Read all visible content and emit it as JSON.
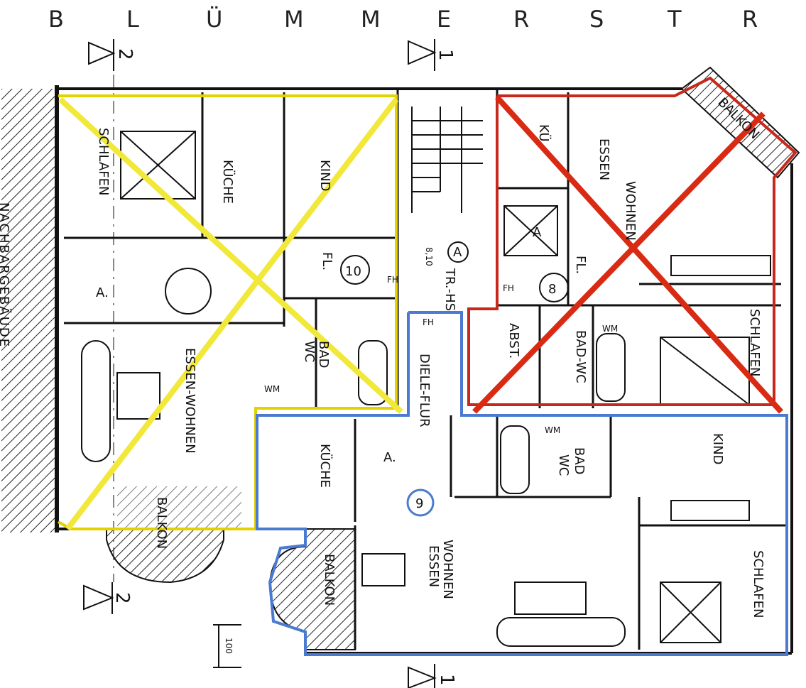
{
  "street": {
    "letters": [
      "B",
      "L",
      "Ü",
      "M",
      "M",
      "E",
      "R",
      "S",
      "T",
      "R"
    ]
  },
  "neighbor": "NACHBARGEBÄUDE",
  "section_marks": {
    "a": "2",
    "b": "1"
  },
  "stair": {
    "marker": "A",
    "label": "TR.-HS.",
    "level": "8,10"
  },
  "apartments": [
    {
      "number": "10",
      "outline_color": "#e3d200",
      "cross_color": "#f1e83a",
      "status": "crossed-out"
    },
    {
      "number": "8",
      "outline_color": "#c7281b",
      "cross_color": "#d92a14",
      "status": "crossed-out"
    },
    {
      "number": "9",
      "outline_color": "#4a7bd0",
      "status": "highlighted"
    }
  ],
  "rooms": {
    "apt10": {
      "schlafen": "SCHLAFEN",
      "kueche": "KÜCHE",
      "kind": "KIND",
      "fl": "FL.",
      "essen_wohnen": "ESSEN-WOHNEN",
      "bad_wc_1": "BAD",
      "bad_wc_2": "WC",
      "a": "A.",
      "balkon": "BALKON",
      "fh": "FH",
      "wm": "WM"
    },
    "apt8": {
      "ki": "KÜ",
      "wohnen": "WOHNEN",
      "essen": "ESSEN",
      "a": "A",
      "fl": "FL.",
      "fh": "FH",
      "abst": "ABST.",
      "bad_wc": "BAD-WC",
      "schlafen": "SCHLAFEN",
      "balkon": "BALKON",
      "wm": "WM"
    },
    "apt9": {
      "diele_flur": "DIELE-FLUR",
      "kueche": "KÜCHE",
      "a": "A.",
      "bad_1": "BAD",
      "bad_2": "WC",
      "kind": "KIND",
      "wohnen_essen_1": "WOHNEN",
      "wohnen_essen_2": "ESSEN",
      "balkon": "BALKON",
      "schlafen": "SCHLAFEN",
      "fh": "FH",
      "wm": "WM"
    }
  },
  "scale": "100"
}
